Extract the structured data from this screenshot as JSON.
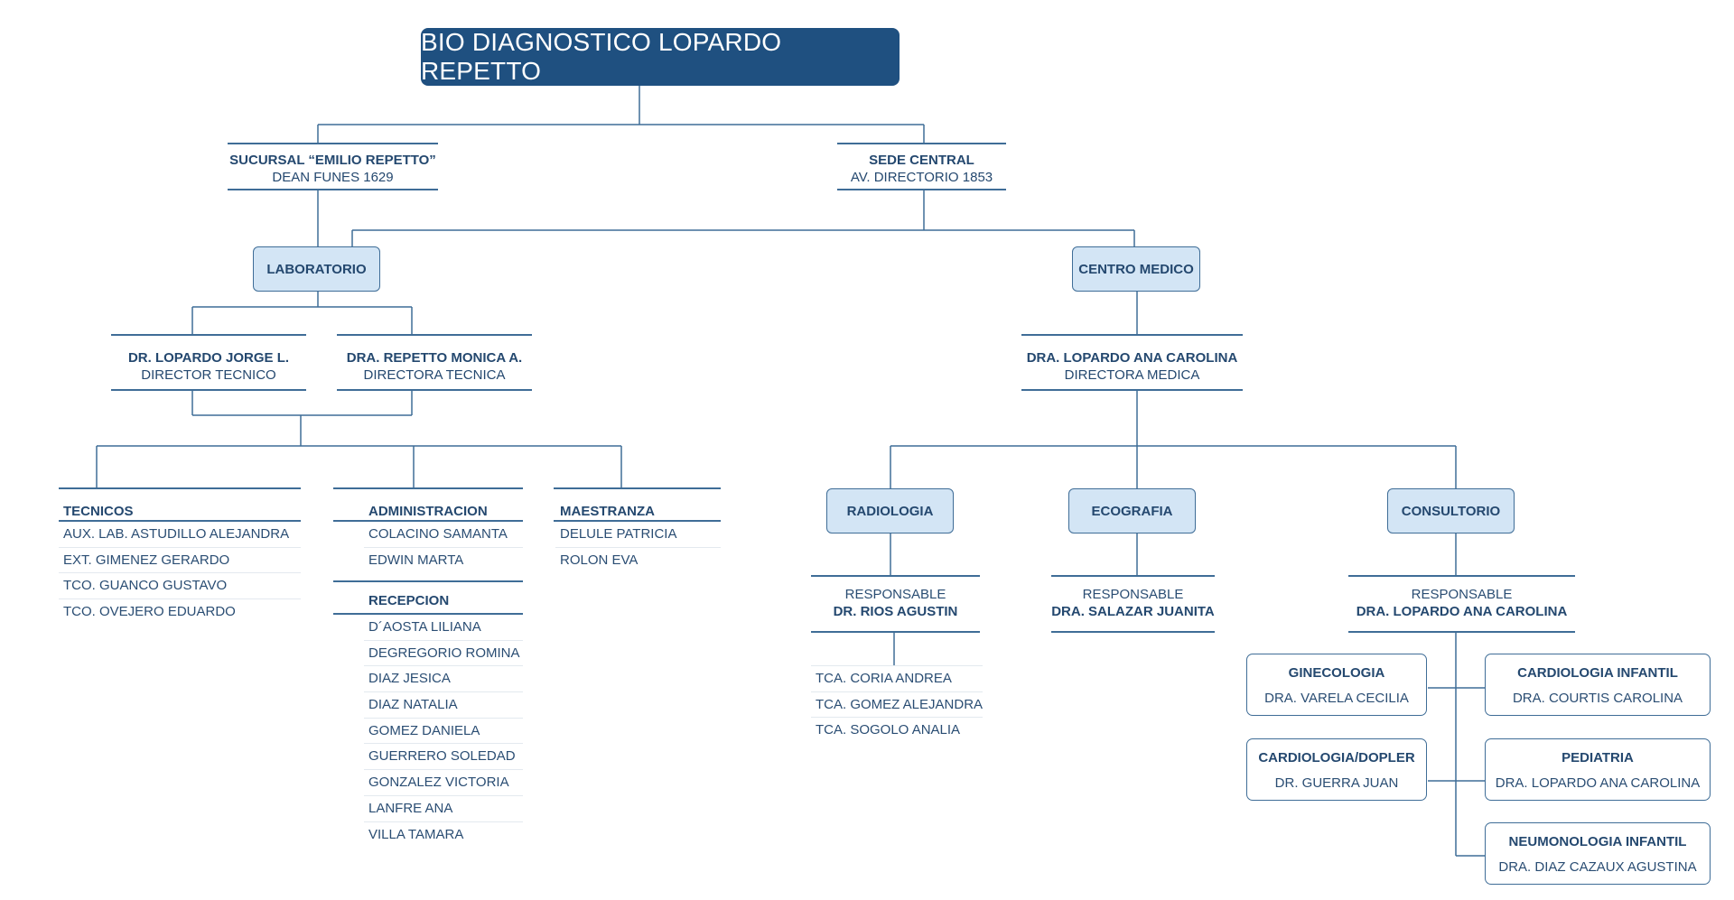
{
  "title": "BIO DIAGNOSTICO LOPARDO REPETTO",
  "sucursal": {
    "name": "SUCURSAL “EMILIO REPETTO”",
    "address": "DEAN FUNES 1629"
  },
  "sede": {
    "name": "SEDE CENTRAL",
    "address": "AV. DIRECTORIO 1853"
  },
  "laboratorio": {
    "label": "LABORATORIO"
  },
  "centro_medico": {
    "label": "CENTRO MEDICO"
  },
  "director_lab_1": {
    "name": "DR. LOPARDO JORGE L.",
    "role": "DIRECTOR TECNICO"
  },
  "director_lab_2": {
    "name": "DRA. REPETTO MONICA A.",
    "role": "DIRECTORA TECNICA"
  },
  "directora_medica": {
    "name": "DRA. LOPARDO ANA CAROLINA",
    "role": "DIRECTORA MEDICA"
  },
  "tecnicos": {
    "title": "TECNICOS",
    "items": [
      "AUX. LAB. ASTUDILLO ALEJANDRA",
      "EXT. GIMENEZ GERARDO",
      "TCO. GUANCO GUSTAVO",
      "TCO. OVEJERO EDUARDO"
    ]
  },
  "administracion": {
    "title": "ADMINISTRACION",
    "items": [
      "COLACINO SAMANTA",
      "EDWIN MARTA"
    ]
  },
  "recepcion": {
    "title": "RECEPCION",
    "items": [
      "D´AOSTA LILIANA",
      "DEGREGORIO ROMINA",
      "DIAZ JESICA",
      "DIAZ NATALIA",
      "GOMEZ DANIELA",
      "GUERRERO SOLEDAD",
      "GONZALEZ VICTORIA",
      "LANFRE ANA",
      "VILLA TAMARA"
    ]
  },
  "maestranza": {
    "title": "MAESTRANZA",
    "items": [
      "DELULE PATRICIA",
      "ROLON EVA"
    ]
  },
  "radiologia": {
    "label": "RADIOLOGIA",
    "resp_label": "RESPONSABLE",
    "resp_name": "DR. RIOS AGUSTIN",
    "items": [
      "TCA. CORIA ANDREA",
      "TCA. GOMEZ ALEJANDRA",
      "TCA. SOGOLO ANALIA"
    ]
  },
  "ecografia": {
    "label": "ECOGRAFIA",
    "resp_label": "RESPONSABLE",
    "resp_name": "DRA. SALAZAR JUANITA"
  },
  "consultorio": {
    "label": "CONSULTORIO",
    "resp_label": "RESPONSABLE",
    "resp_name": "DRA. LOPARDO ANA CAROLINA"
  },
  "especialidades": {
    "ginecologia": {
      "name": "GINECOLOGIA",
      "doctor": "DRA. VARELA CECILIA"
    },
    "cardiologia_infantil": {
      "name": "CARDIOLOGIA INFANTIL",
      "doctor": "DRA. COURTIS CAROLINA"
    },
    "cardiologia_dopler": {
      "name": "CARDIOLOGIA/DOPLER",
      "doctor": "DR. GUERRA JUAN"
    },
    "pediatria": {
      "name": "PEDIATRIA",
      "doctor": "DRA. LOPARDO ANA CAROLINA"
    },
    "neumonologia_infantil": {
      "name": "NEUMONOLOGIA INFANTIL",
      "doctor": "DRA. DIAZ CAZAUX AGUSTINA"
    }
  },
  "colors": {
    "primary": "#1f5080",
    "line": "#3f6d97",
    "pill_fill": "#d3e5f5",
    "text": "#2a4d73"
  }
}
